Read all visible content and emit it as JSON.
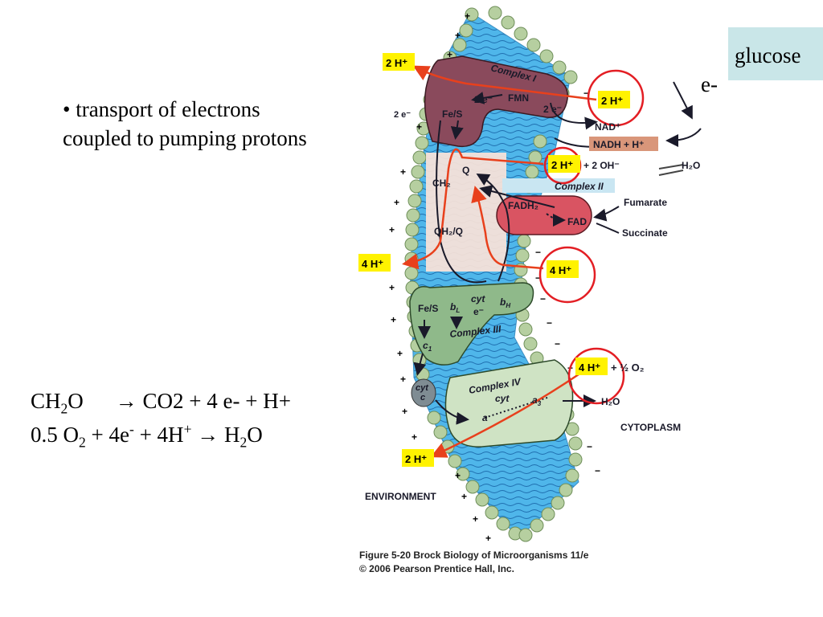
{
  "slide": {
    "bullet": "• transport of electrons coupled to pumping protons",
    "eq1": {
      "a": "CH",
      "a_sub": "2",
      "b": "O",
      "arrow": "→",
      "rest": "CO2 + 4 e- + H+"
    },
    "eq2": {
      "a": "0.5 O",
      "a_sub": "2",
      "b": " + 4e",
      "b_sup": "-",
      "c": " + 4H",
      "c_sup": "+",
      "arrow": "→",
      "d": "H",
      "d_sub": "2",
      "e": "O"
    },
    "glucose": "glucose",
    "e_minus": "e-"
  },
  "diagram": {
    "protons": {
      "p2h_top": "2 H⁺",
      "p2h_right": "2 H⁺",
      "p2h_mid": "2 H⁺",
      "p4h_left": "4 H⁺",
      "p4h_right": "4 H⁺",
      "p4h_low": "4 H⁺",
      "p2h_bottom": "2 H⁺"
    },
    "complex1": {
      "title": "Complex I",
      "fes": "Fe/S",
      "fmn": "FMN",
      "e_a": "2 e⁻",
      "e_b": "2 e⁻",
      "e_out": "2 e⁻"
    },
    "nad": "NAD⁺",
    "nadh": "NADH + H⁺",
    "oh": "+ 2 OH⁻",
    "h2o_top": "H₂O",
    "q": "Q",
    "ch2": "CH₂",
    "qh2q": "QH₂/Q",
    "complex2": {
      "title": "Complex II",
      "fadh2": "FADH₂",
      "fad": "FAD",
      "fumarate": "Fumarate",
      "succinate": "Succinate"
    },
    "complex3": {
      "title": "Complex III",
      "fes": "Fe/S",
      "bl": "b",
      "bl_sub": "L",
      "cyt": "cyt",
      "eminus": "e⁻",
      "bh": "b",
      "bh_sub": "H",
      "c1": "c",
      "c1_sub": "1"
    },
    "cytc": {
      "cyt": "cyt",
      "c": "c"
    },
    "complex4": {
      "title": "Complex IV",
      "cyt": "cyt",
      "a": "a",
      "a3": "a",
      "a3_sub": "3"
    },
    "o2": "+ ½ O₂",
    "h2o_bottom": "H₂O",
    "cytoplasm": "CYTOPLASM",
    "environment": "ENVIRONMENT"
  },
  "caption": {
    "line1": "Figure 5-20  Brock Biology of Microorganisms 11/e",
    "line2": "© 2006 Pearson Prentice Hall, Inc."
  },
  "colors": {
    "membrane": "#4fb6ea",
    "lipid_head": "#b6cfa0",
    "complex1": "#8a4a5c",
    "complex2": "#d95462",
    "complex3": "#8fb98a",
    "complex4": "#cfe3c4",
    "proton_box": "#fff200",
    "nadh_box": "#d9967a",
    "red_arrow": "#e8401c",
    "red_circle": "#e31e24"
  }
}
